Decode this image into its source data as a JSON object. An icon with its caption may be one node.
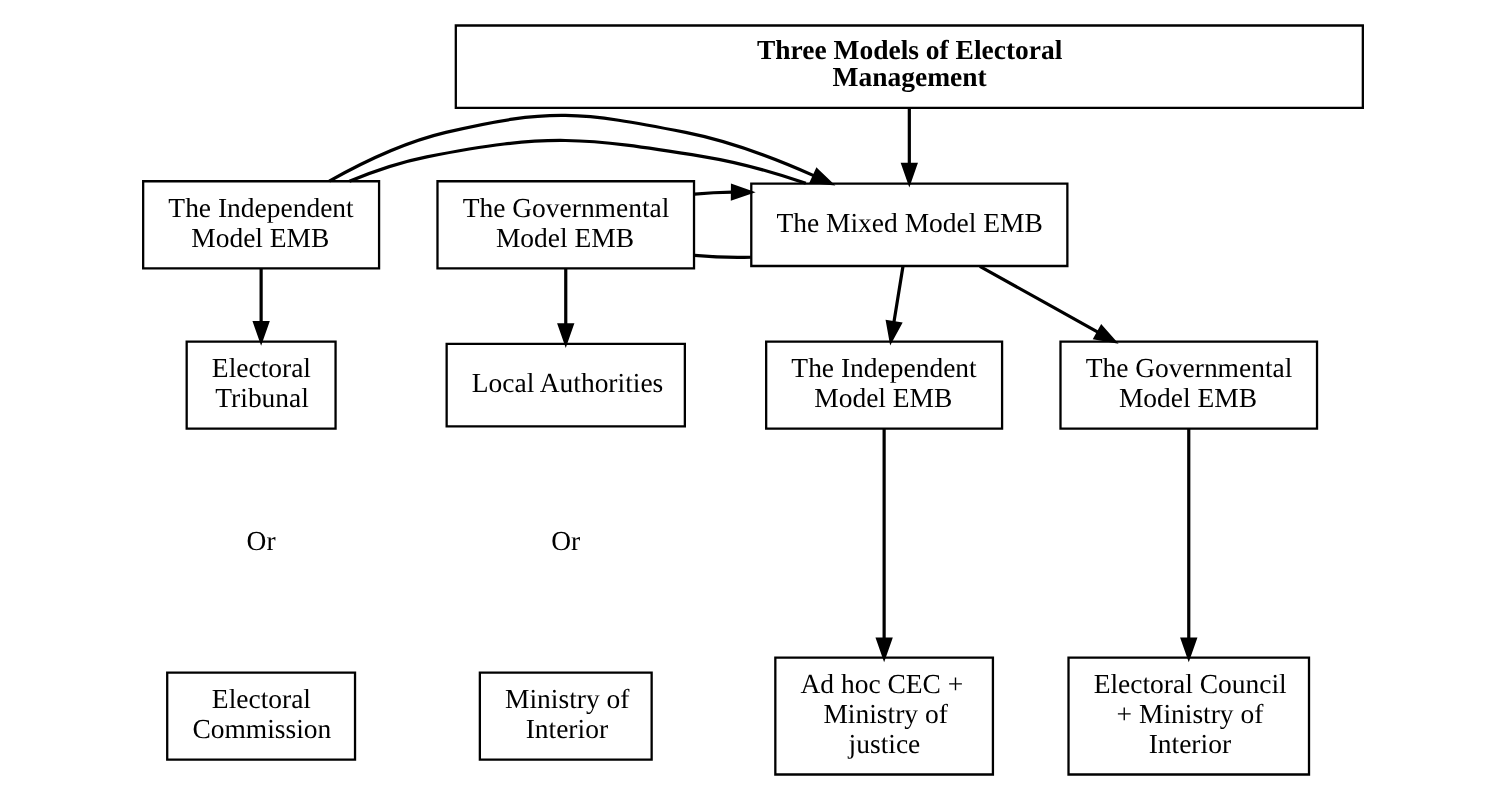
{
  "diagram": {
    "nodes": [
      {
        "text": [
          "Three Models of Electoral Management"
        ]
      },
      {
        "text": [
          "The Independent Model EMB"
        ]
      },
      {
        "text": [
          "The Mixed Model EMB"
        ]
      },
      {
        "text": [
          "The Governmental Model EMB"
        ]
      },
      {
        "text": [
          "Electoral Tribunal"
        ]
      },
      {
        "text": [
          "The Independent Model EMB"
        ]
      },
      {
        "text": [
          "The Governmental Model EMB"
        ]
      },
      {
        "text": [
          "Local Authorities"
        ]
      },
      {
        "text": [
          "Electoral Commission"
        ]
      },
      {
        "text": [
          "Ad hoc CEC + Ministry of justice"
        ]
      },
      {
        "text": [
          "Electoral Council + Ministry of Interior"
        ]
      },
      {
        "text": [
          "Ministry of Interior"
        ]
      }
    ],
    "edges": [
      {
        "from": 0,
        "to": 2,
        "arrow": "to"
      },
      {
        "from": 1,
        "to": 2,
        "arrow": "none"
      },
      {
        "from": 1,
        "to": 2,
        "arrow": "to"
      },
      {
        "from": 3,
        "to": 2,
        "arrow": "none"
      },
      {
        "from": 3,
        "to": 2,
        "arrow": "to"
      },
      {
        "from": 1,
        "to": 4,
        "arrow": "to"
      },
      {
        "from": 3,
        "to": 7,
        "arrow": "to"
      },
      {
        "from": 2,
        "to": 5,
        "arrow": "to"
      },
      {
        "from": 2,
        "to": 6,
        "arrow": "to"
      },
      {
        "from": 5,
        "to": 9,
        "arrow": "to"
      },
      {
        "from": 6,
        "to": 10,
        "arrow": "to"
      }
    ],
    "labels": [
      "Or",
      "Or"
    ]
  }
}
